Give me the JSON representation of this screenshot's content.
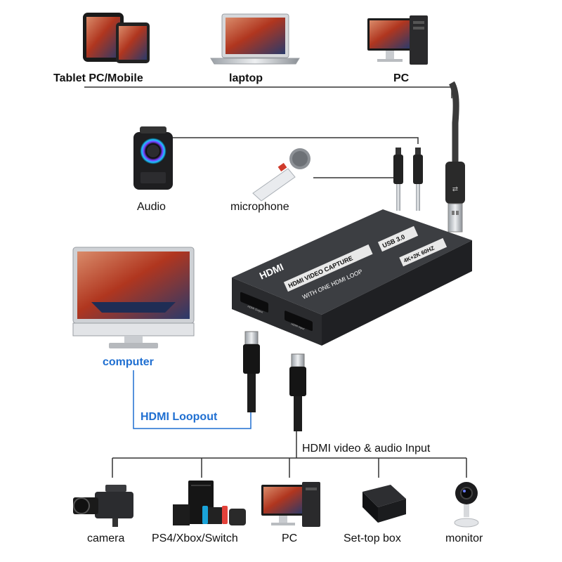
{
  "top_devices": {
    "tablet_label": "Tablet PC/Mobile",
    "laptop_label": "laptop",
    "pc_label": "PC"
  },
  "audio_devices": {
    "audio_label": "Audio",
    "microphone_label": "microphone"
  },
  "capture_card": {
    "logo": "HDMI",
    "title_text": "HDMI VIDEO CAPTURE",
    "usb_badge": "USB 3.0",
    "loop_text": "WITH ONE HDMI LOOP",
    "res_badge": "4K+2K 60HZ",
    "port_out_label": "HDMI Output",
    "port_in_label": "HDMI Input"
  },
  "computer": {
    "label": "computer",
    "loopout_label": "HDMI Loopout",
    "accent_color": "#1f6fd1"
  },
  "input_bus": {
    "label": "HDMI video & audio Input"
  },
  "sources": [
    {
      "label": "camera",
      "icon": "camera-icon"
    },
    {
      "label": "PS4/Xbox/Switch",
      "icon": "console-icon"
    },
    {
      "label": "PC",
      "icon": "pc-icon"
    },
    {
      "label": "Set-top box",
      "icon": "settop-box-icon"
    },
    {
      "label": "monitor",
      "icon": "security-camera-icon"
    }
  ]
}
